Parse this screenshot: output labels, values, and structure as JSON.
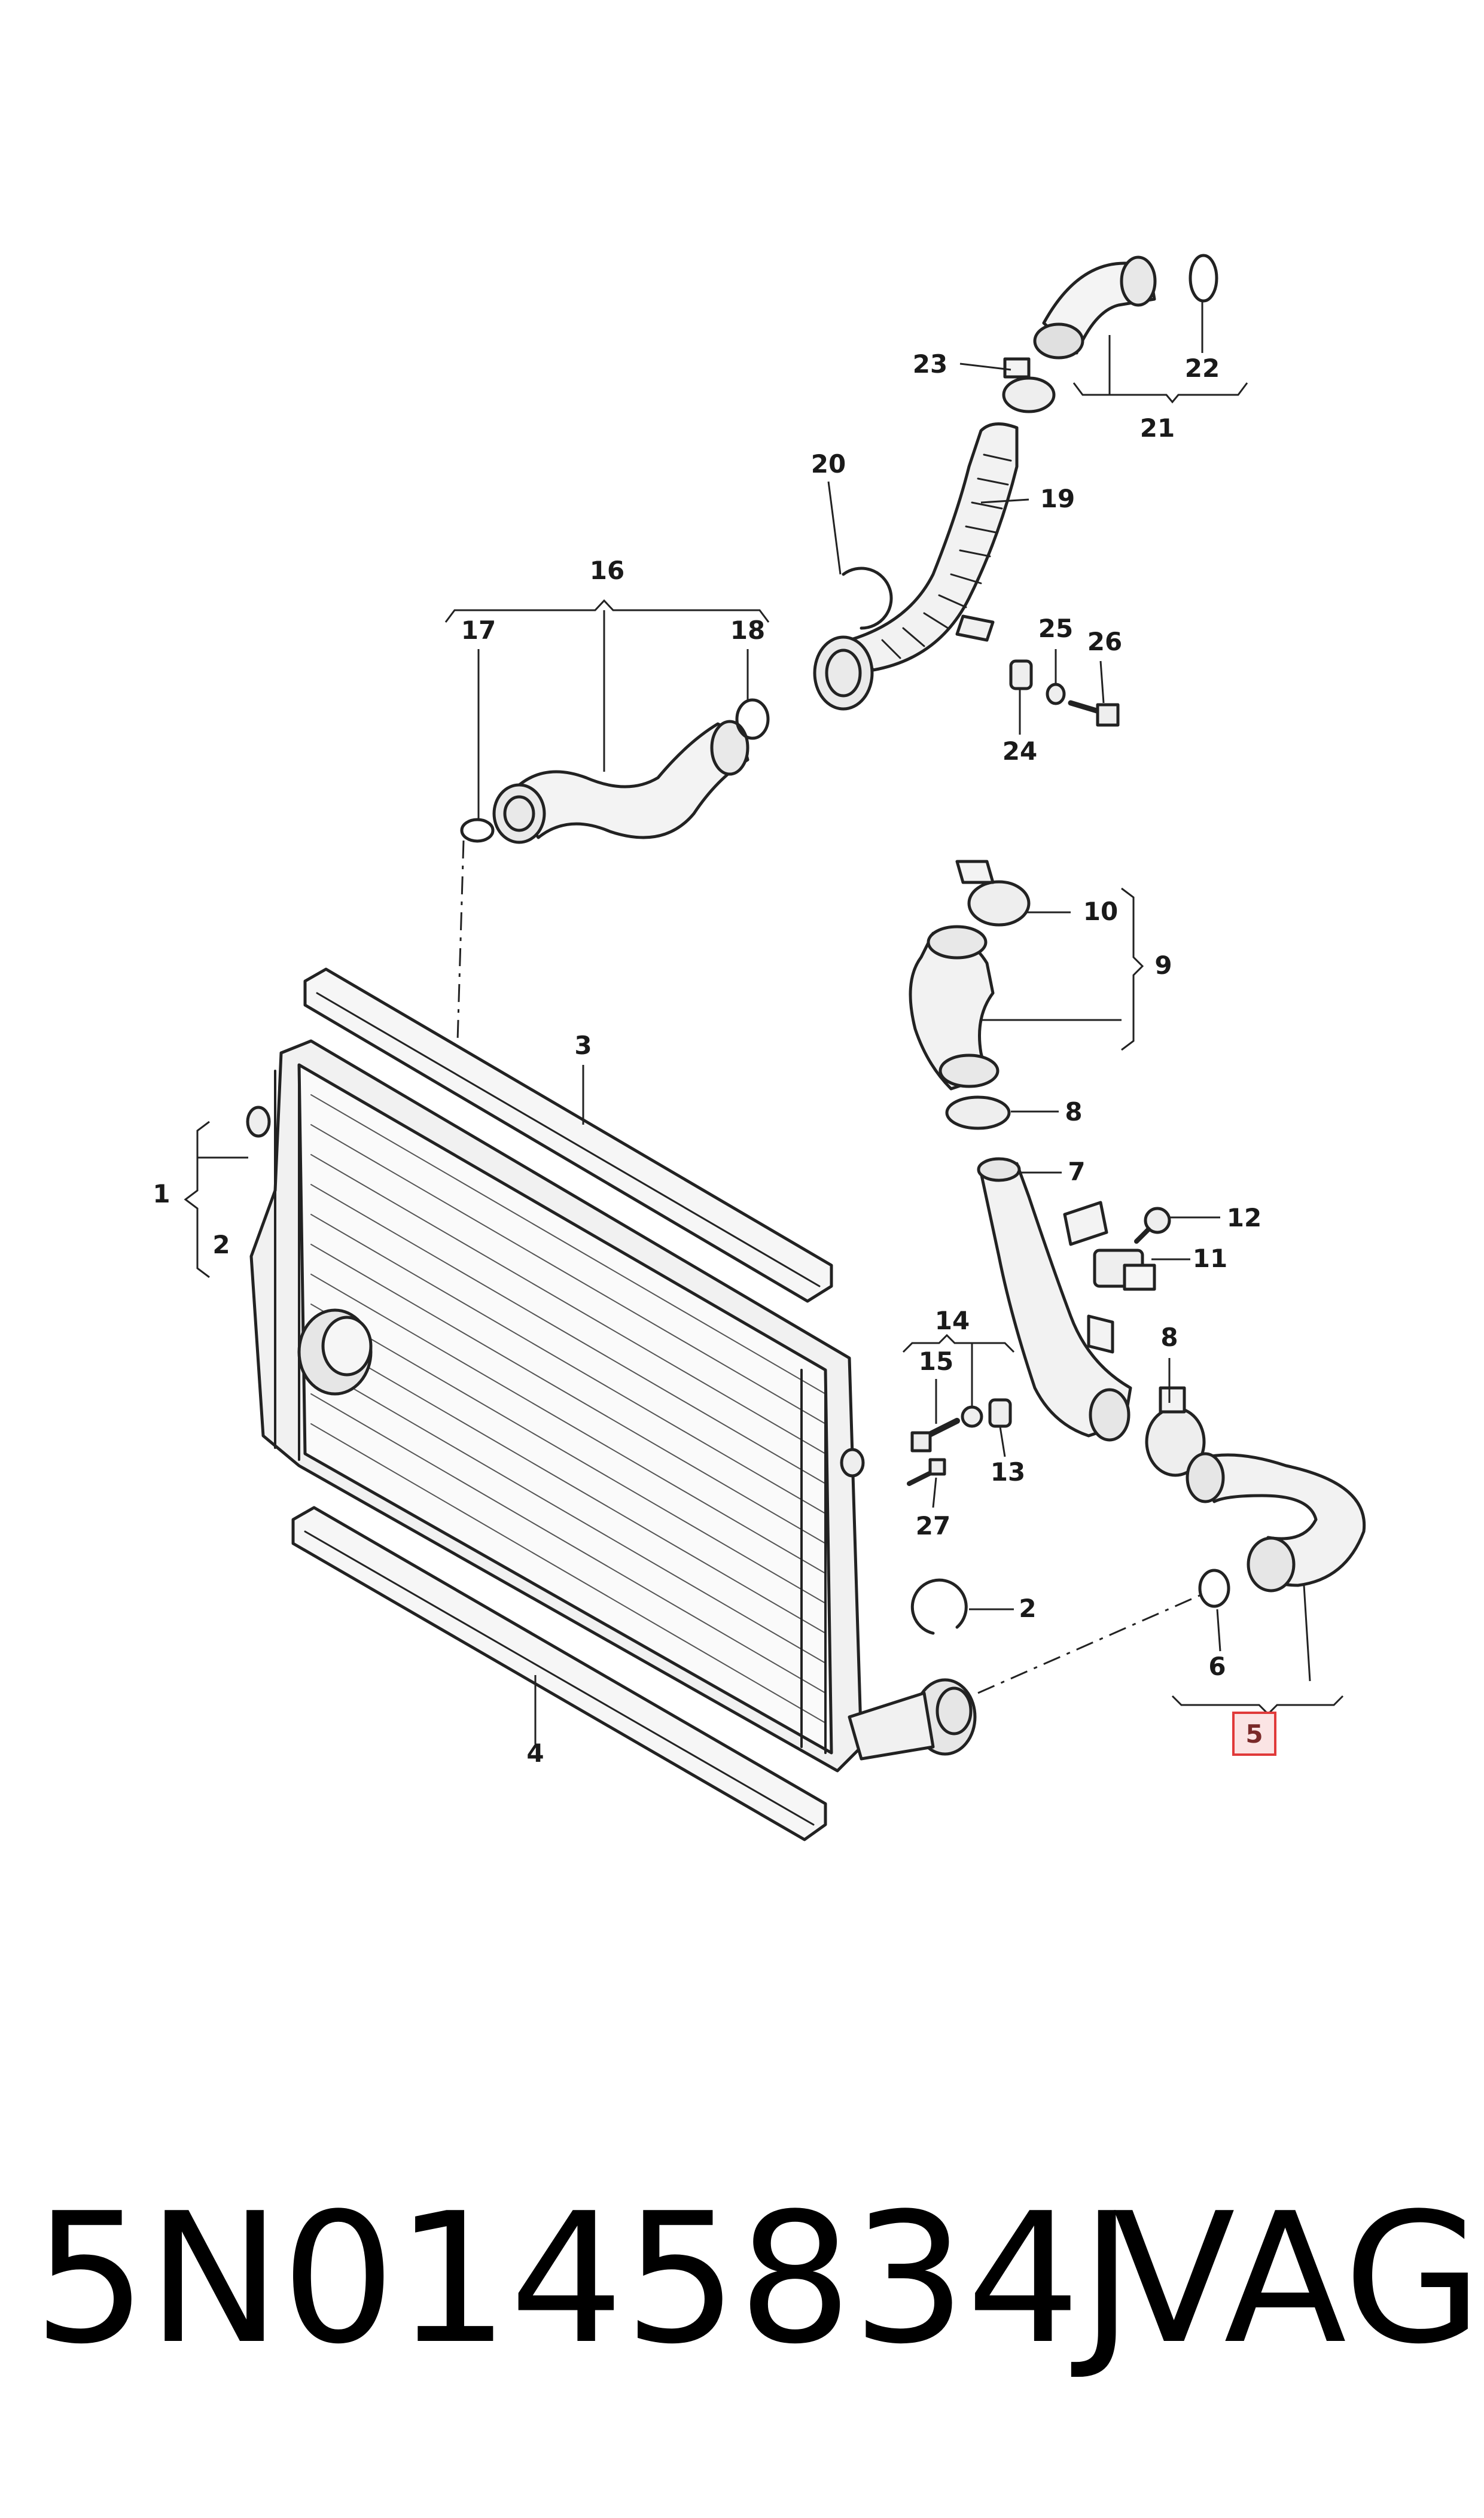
{
  "diagram": {
    "callouts": {
      "c1": "1",
      "c2a": "2",
      "c2b": "2",
      "c3": "3",
      "c4": "4",
      "c5": "5",
      "c6": "6",
      "c7": "7",
      "c8a": "8",
      "c8b": "8",
      "c9": "9",
      "c10": "10",
      "c11": "11",
      "c12": "12",
      "c13": "13",
      "c14": "14",
      "c15": "15",
      "c16": "16",
      "c17": "17",
      "c18": "18",
      "c19": "19",
      "c20": "20",
      "c21": "21",
      "c22": "22",
      "c23": "23",
      "c24": "24",
      "c25": "25",
      "c26": "26",
      "c27": "27"
    },
    "highlight_color": "#e03a3a"
  },
  "footer": {
    "part_number": "5N0145834J",
    "brand": "VAG"
  }
}
